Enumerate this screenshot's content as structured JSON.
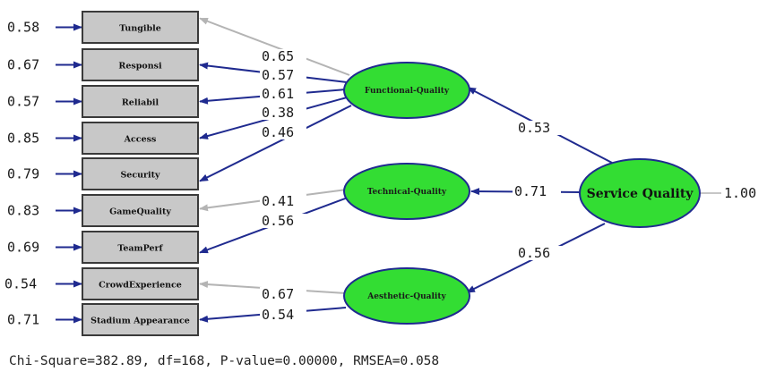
{
  "colors": {
    "latent_fill": "#33dd33",
    "arrow_dark": "#1f2a8f",
    "arrow_grey": "#b4b4b4",
    "box_fill": "#c8c8c8"
  },
  "observed": [
    {
      "id": "Tangible",
      "label": "Tungible",
      "error": "0.58"
    },
    {
      "id": "Responsi",
      "label": "Responsi",
      "error": "0.67"
    },
    {
      "id": "Reliabil",
      "label": "Reliabil",
      "error": "0.57"
    },
    {
      "id": "Access",
      "label": "Access",
      "error": "0.85"
    },
    {
      "id": "Security",
      "label": "Security",
      "error": "0.79"
    },
    {
      "id": "GameQuality",
      "label": "GameQuality",
      "error": "0.83"
    },
    {
      "id": "TeamPerf",
      "label": "TeamPerf",
      "error": "0.69"
    },
    {
      "id": "CrowdExperience",
      "label": "CrowdExperience",
      "error": "0.54"
    },
    {
      "id": "StadiumAppearance",
      "label": "Stadium Appearance",
      "error": "0.71"
    }
  ],
  "latents": [
    {
      "id": "Functional",
      "label": "Functional-Quality"
    },
    {
      "id": "Technical",
      "label": "Technical-Quality"
    },
    {
      "id": "Aesthetic",
      "label": "Aesthetic-Quality"
    }
  ],
  "second_order": {
    "label": "Service Quality",
    "variance": "1.00"
  },
  "loadings": [
    {
      "from": "Functional",
      "to": "Tangible",
      "value": "0.65",
      "style": "grey"
    },
    {
      "from": "Functional",
      "to": "Responsi",
      "value": "0.57",
      "style": "dark"
    },
    {
      "from": "Functional",
      "to": "Reliabil",
      "value": "0.61",
      "style": "dark"
    },
    {
      "from": "Functional",
      "to": "Access",
      "value": "0.38",
      "style": "dark"
    },
    {
      "from": "Functional",
      "to": "Security",
      "value": "0.46",
      "style": "dark"
    },
    {
      "from": "Technical",
      "to": "GameQuality",
      "value": "0.41",
      "style": "grey"
    },
    {
      "from": "Technical",
      "to": "TeamPerf",
      "value": "0.56",
      "style": "dark"
    },
    {
      "from": "Aesthetic",
      "to": "CrowdExperience",
      "value": "0.67",
      "style": "grey"
    },
    {
      "from": "Aesthetic",
      "to": "StadiumAppearance",
      "value": "0.54",
      "style": "dark"
    }
  ],
  "structural": [
    {
      "to": "Functional",
      "value": "0.53"
    },
    {
      "to": "Technical",
      "value": "0.71"
    },
    {
      "to": "Aesthetic",
      "value": "0.56"
    }
  ],
  "fit_text": "Chi-Square=382.89, df=168, P-value=0.00000, RMSEA=0.058"
}
